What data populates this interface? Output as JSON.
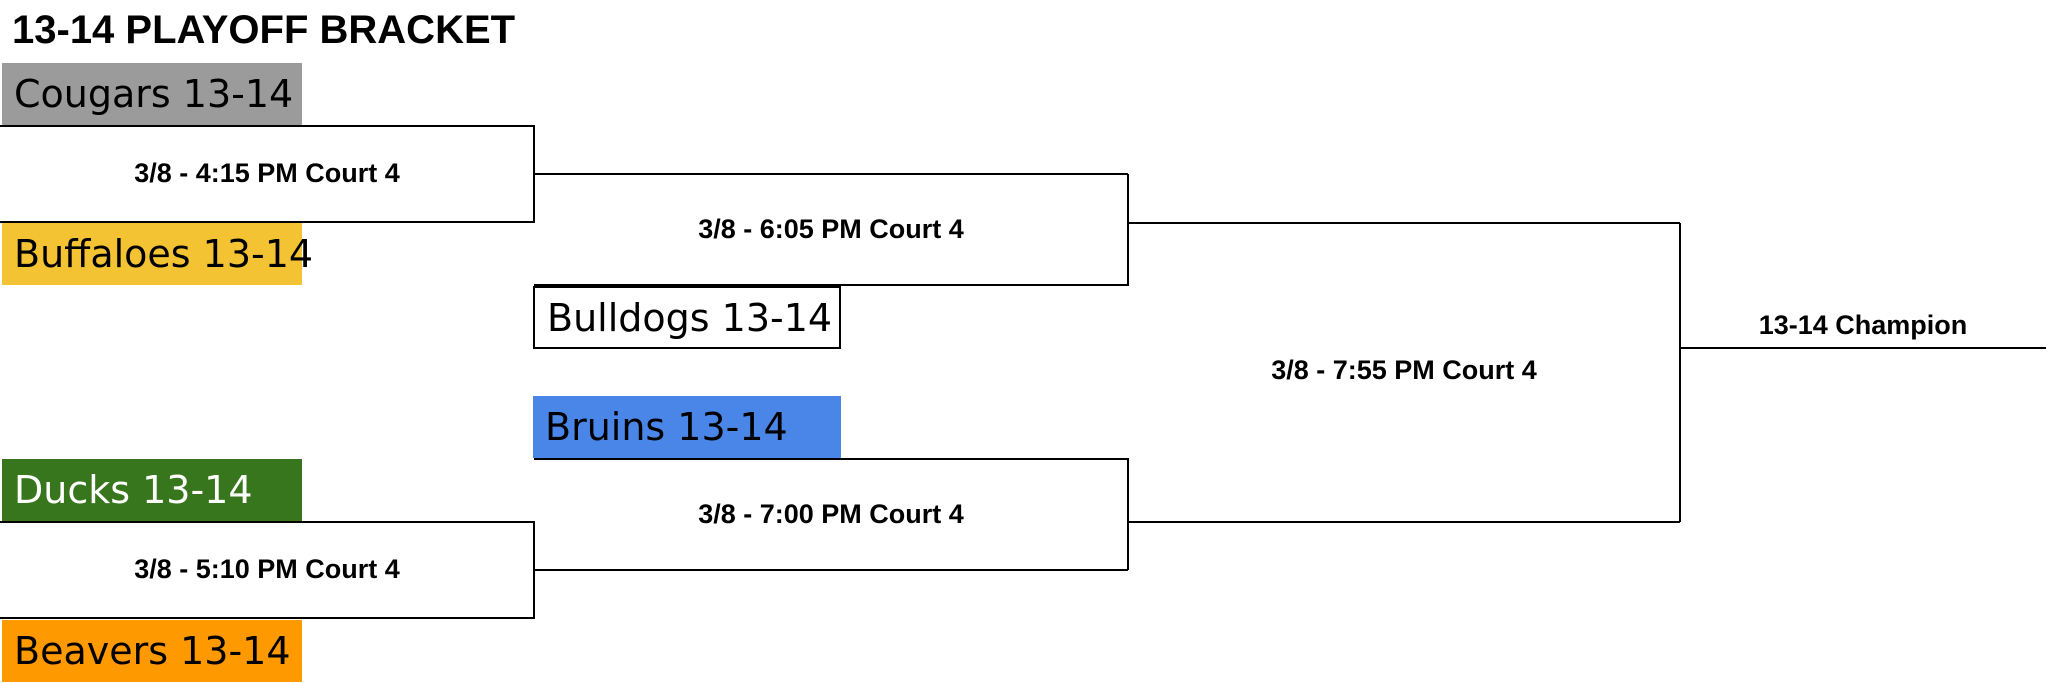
{
  "title": "13-14 PLAYOFF BRACKET",
  "teams": {
    "cougars": {
      "label": "Cougars 13-14",
      "color": "#9b9b9b",
      "text_color": "#000000"
    },
    "buffaloes": {
      "label": "Buffaloes 13-14",
      "color": "#f3c333",
      "text_color": "#000000"
    },
    "bulldogs": {
      "label": "Bulldogs 13-14",
      "color": "#ffffff",
      "text_color": "#000000"
    },
    "bruins": {
      "label": "Bruins 13-14",
      "color": "#4a86e8",
      "text_color": "#000000"
    },
    "ducks": {
      "label": "Ducks 13-14",
      "color": "#38761d",
      "text_color": "#ffffff"
    },
    "beavers": {
      "label": "Beavers 13-14",
      "color": "#ff9900",
      "text_color": "#000000"
    }
  },
  "games": {
    "g1": "3/8 - 4:15 PM Court 4",
    "g2": "3/8 - 5:10 PM Court 4",
    "g3": "3/8 - 6:05 PM Court 4",
    "g4": "3/8 - 7:00 PM Court 4",
    "final": "3/8 - 7:55 PM Court 4"
  },
  "champion_label": "13-14 Champion"
}
